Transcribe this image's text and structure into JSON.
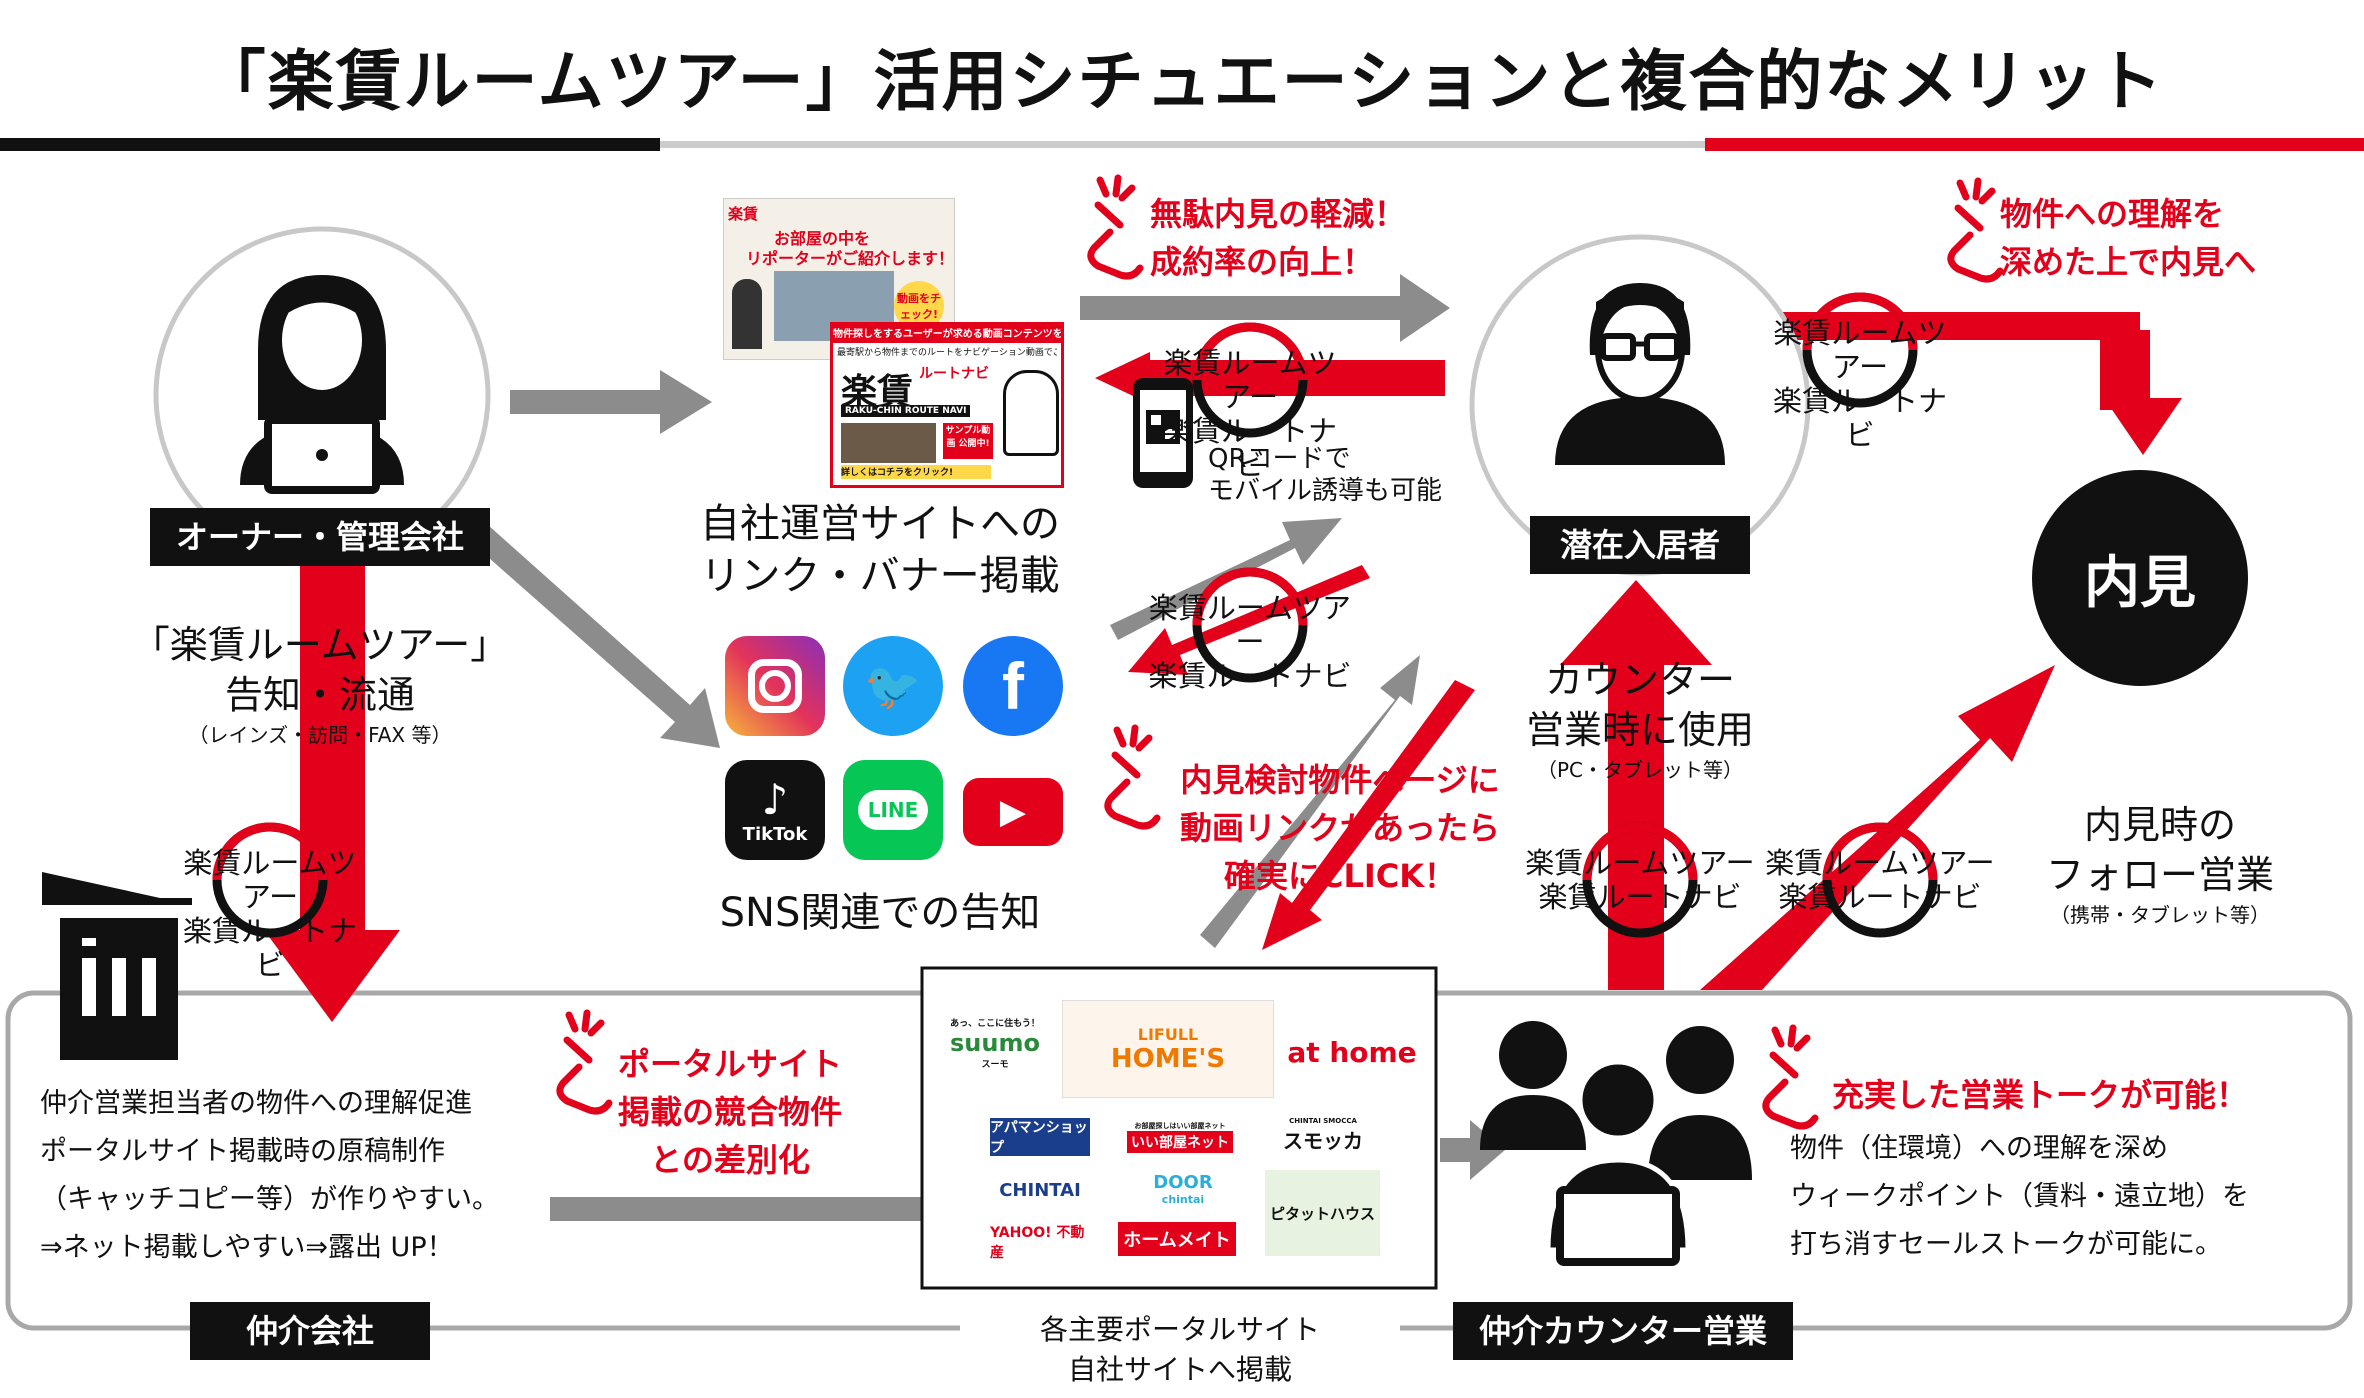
{
  "title": "「楽賃ルームツアー」活用シチュエーションと複合的なメリット",
  "labels": {
    "owner": "オーナー・管理会社",
    "resident": "潜在入居者",
    "naiken": "内見",
    "agency": "仲介会社",
    "counter_sales": "仲介カウンター営業"
  },
  "owner_publicity": {
    "line1": "「楽賃ルームツアー」",
    "line2": "告知・流通",
    "sub": "（レインズ・訪問・FAX 等）"
  },
  "pill": {
    "line1": "楽賃ルームツアー",
    "line2": "楽賃ルートナビ"
  },
  "own_site_caption": [
    "自社運営サイトへの",
    "リンク・バナー掲載"
  ],
  "sns_caption": "SNS関連での告知",
  "sns": {
    "instagram": "Instagram",
    "twitter": "Twitter",
    "facebook": "Facebook",
    "tiktok": "TikTok",
    "line": "LINE",
    "youtube": "YouTube"
  },
  "banner1": {
    "brand": "楽賃",
    "headline1": "お部屋の中を",
    "headline2": "リポーターがご紹介します！",
    "badge": "動画をチェック!"
  },
  "banner2": {
    "top": "物件探しをするユーザーが求める動画コンテンツをご提供!",
    "sub": "最寄駅から物件までのルートをナビゲーション動画でご案内!",
    "logo": "楽賃",
    "logo_small": "ルートナビ",
    "roman": "RAKU-CHIN ROUTE NAVI",
    "sample": "サンプル動画 公開中!",
    "footer": "詳しくはコチラをクリック!"
  },
  "qr_note": [
    "QRコードで",
    "モバイル誘導も可能"
  ],
  "points": {
    "muda": [
      "無駄内見の軽減！",
      "成約率の向上！"
    ],
    "rikai": [
      "物件への理解を",
      "深めた上で内見へ"
    ],
    "link": [
      "内見検討物件ページに",
      "動画リンクがあったら",
      "確実にCLICK！"
    ],
    "portal": [
      "ポータルサイト",
      "掲載の競合物件",
      "との差別化"
    ],
    "talk": "充実した営業トークが可能！"
  },
  "counter_use": {
    "line1": "カウンター",
    "line2": "営業時に使用",
    "sub": "（PC・タブレット等）"
  },
  "follow": {
    "line1": "内見時の",
    "line2": "フォロー営業",
    "sub": "（携帯・タブレット等）"
  },
  "agency_text": [
    "仲介営業担当者の物件への理解促進",
    "ポータルサイト掲載時の原稿制作",
    "（キャッチコピー等）が作りやすい。",
    "⇒ネット掲載しやすい⇒露出 UP！"
  ],
  "talk_text": [
    "物件（住環境）への理解を深め",
    "ウィークポイント（賃料・遠立地）を",
    "打ち消すセールストークが可能に。"
  ],
  "portal_caption": [
    "各主要ポータルサイト",
    "自社サイトへ掲載"
  ],
  "portals": {
    "suumo_tag": "あっ、ここに住もう！",
    "suumo": "suumo",
    "suumo_sub": "スーモ",
    "homes_top": "LIFULL",
    "homes": "HOME'S",
    "athome": "at home",
    "apaman": "アパマンショップ",
    "iiheya_top": "お部屋探しはいい部屋ネット",
    "iiheya": "いい部屋ネット",
    "sumokka_top": "CHINTAI SMOCCA",
    "sumokka": "スモッカ",
    "chintai": "CHINTAI",
    "door": "DOOR",
    "door_sub": "chintai",
    "yahoo": "YAHOO! 不動産",
    "homemate": "ホームメイト",
    "pitat": "ピタットハウス"
  },
  "colors": {
    "red": "#e3001b",
    "gray": "#8c8c8c",
    "black": "#111111"
  }
}
